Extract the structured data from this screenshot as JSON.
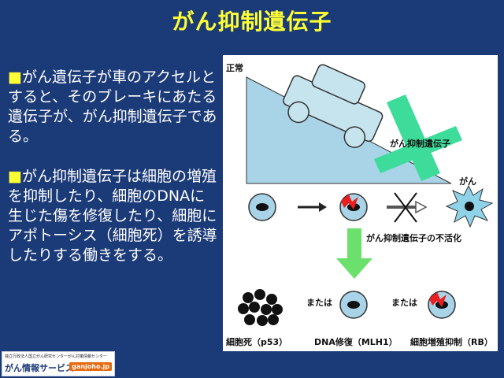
{
  "title": "がん抑制遺伝子",
  "bullets": [
    {
      "marker": "■",
      "text": "がん遺伝子が車のアクセルとすると、そのブレーキにあたる遺伝子が、がん抑制遺伝子である。"
    },
    {
      "marker": "■",
      "text": "がん抑制遺伝子は細胞の増殖を抑制したり、細胞のDNAに生じた傷を修復したり、細胞にアポトーシス（細胞死）を誘導したりする働きをする。"
    }
  ],
  "diagram": {
    "normal_label": "正常",
    "brake_label": "がん抑制遺伝子",
    "cancer_label": "がん",
    "inactivation_label": "がん抑制遺伝子の不活化",
    "or_label_1": "または",
    "or_label_2": "または",
    "caption_apoptosis": "細胞死（p53）",
    "caption_dna": "DNA修復（MLH1）",
    "caption_growth": "細胞増殖抑制（RB）"
  },
  "footer": {
    "org_text": "独立行政法人国立がん研究センターがん対策情報センター",
    "brand": "がん情報サービス",
    "domain": "ganjoho.jp"
  },
  "colors": {
    "background": "#1b3a78",
    "title": "#ffff33",
    "slope": "#a9d3e6",
    "car": "#c6e4ee",
    "brake": "#3ddc9a",
    "arrow": "#6ce06c"
  }
}
